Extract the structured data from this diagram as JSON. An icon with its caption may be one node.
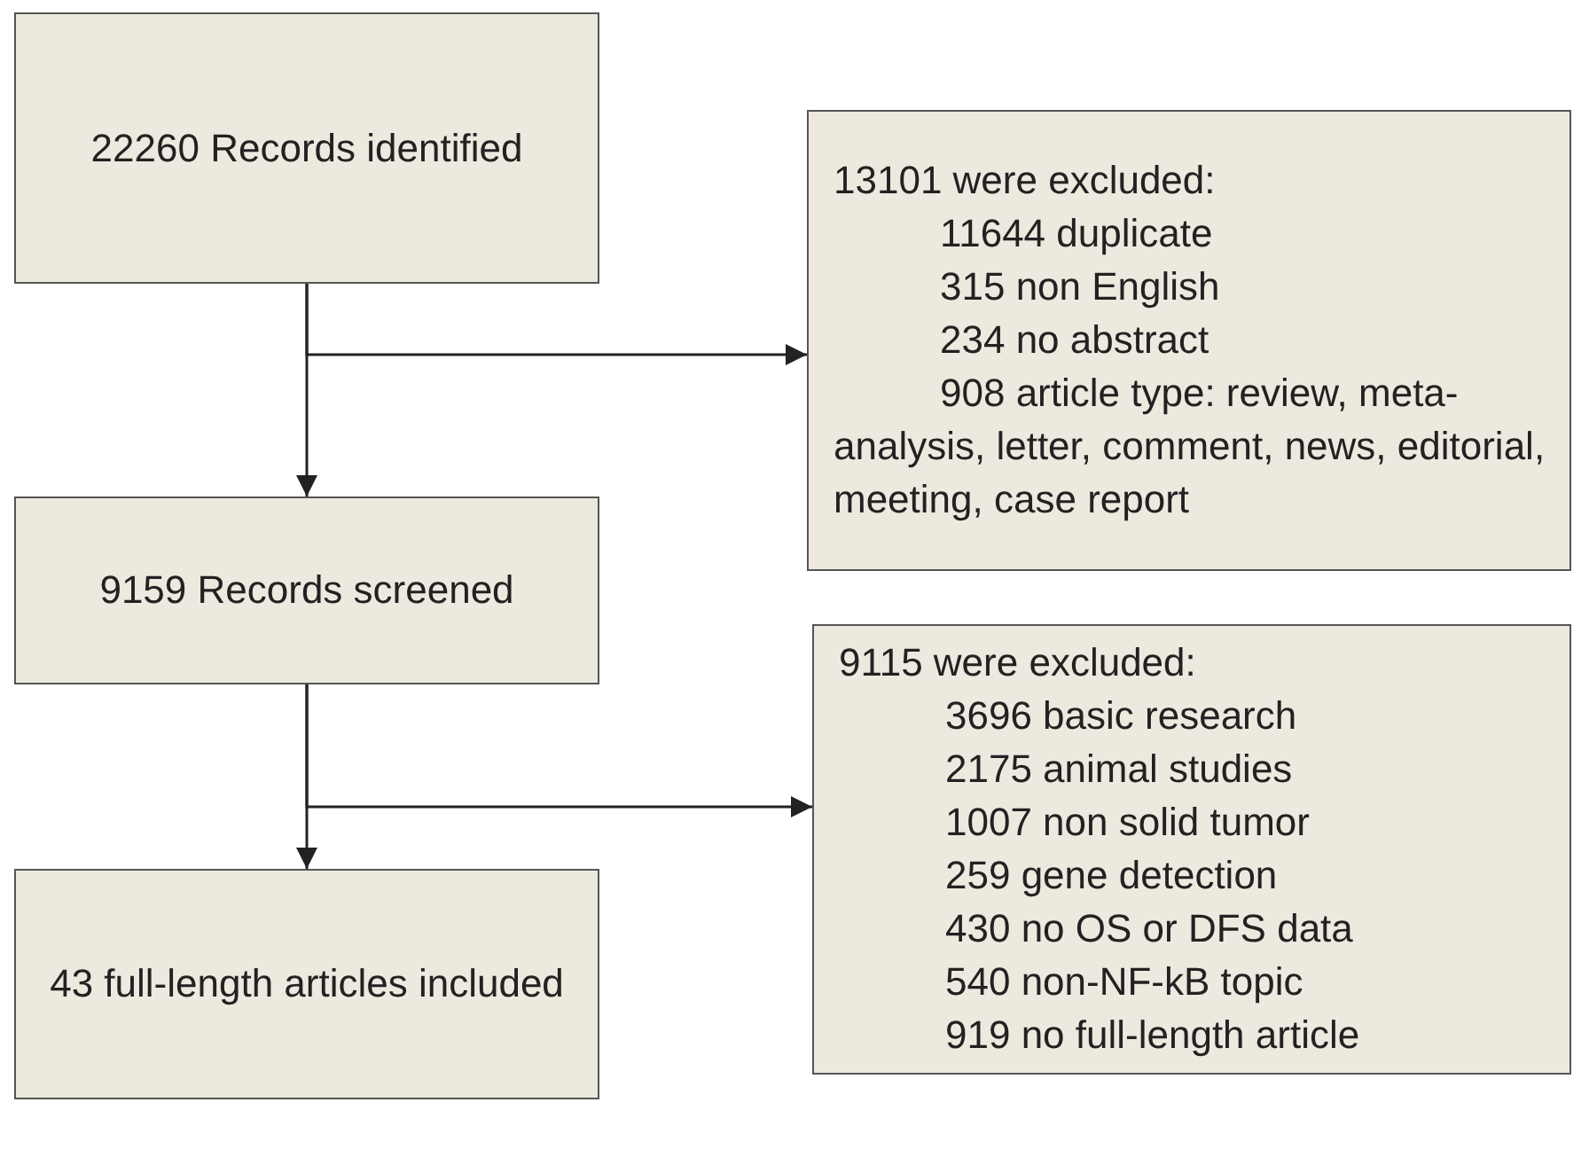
{
  "diagram": {
    "nodes": [
      {
        "text": [
          "22260 Records identified"
        ]
      },
      {
        "text": [
          "13101 were excluded:",
          "11644 duplicate",
          "315 non English",
          "234 no abstract",
          "908 article type: review, meta-analysis, letter, comment, news, editorial, meeting, case report"
        ]
      },
      {
        "text": [
          "9159 Records screened"
        ]
      },
      {
        "text": [
          "9115 were excluded:",
          "3696 basic research",
          "2175 animal studies",
          "1007 non solid tumor",
          "259 gene detection",
          "430 no OS or DFS data",
          "540 non-NF-kB topic",
          "919 no full-length article"
        ]
      },
      {
        "text": [
          "43 full-length articles included"
        ]
      }
    ],
    "edges": [
      {
        "from": 0,
        "to": 2,
        "arrow": "to"
      },
      {
        "from": 0,
        "to": 1,
        "arrow": "to"
      },
      {
        "from": 2,
        "to": 4,
        "arrow": "to"
      },
      {
        "from": 2,
        "to": 3,
        "arrow": "to"
      }
    ]
  }
}
